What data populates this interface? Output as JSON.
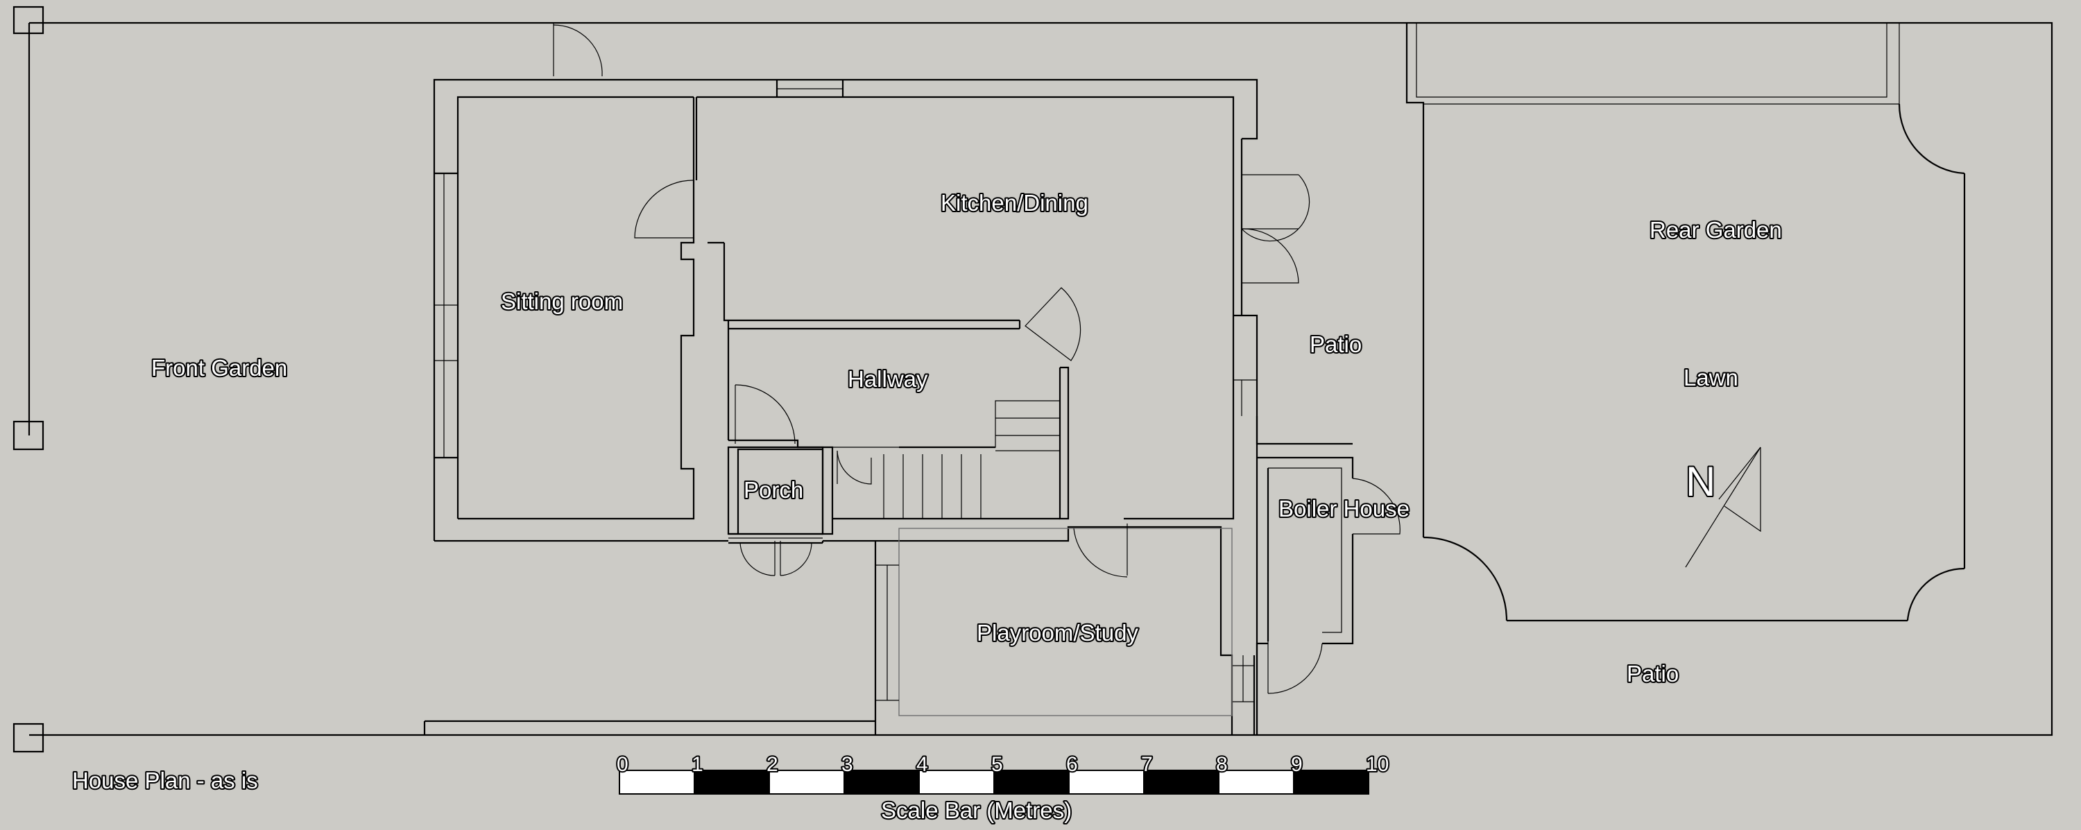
{
  "plan": {
    "title": "House Plan - as is",
    "rooms": {
      "front_garden": "Front Garden",
      "sitting_room": "Sitting room",
      "kitchen_dining": "Kitchen/Dining",
      "hallway": "Hallway",
      "porch": "Porch",
      "playroom_study": "Playroom/Study",
      "patio_upper": "Patio",
      "boiler_house": "Boiler House",
      "rear_garden": "Rear Garden",
      "lawn": "Lawn",
      "patio_lower": "Patio"
    },
    "north_arrow": {
      "label": "N",
      "icon": "north-arrow-icon"
    }
  },
  "scale_bar": {
    "caption": "Scale Bar (Metres)",
    "ticks": [
      "0",
      "1",
      "2",
      "3",
      "4",
      "5",
      "6",
      "7",
      "8",
      "9",
      "10"
    ]
  },
  "colors": {
    "background": "#cccbc6",
    "wall": "#000000",
    "label_fill": "#ffffff",
    "label_outline": "#000000",
    "scale_dark": "#000000",
    "scale_light": "#ffffff"
  }
}
